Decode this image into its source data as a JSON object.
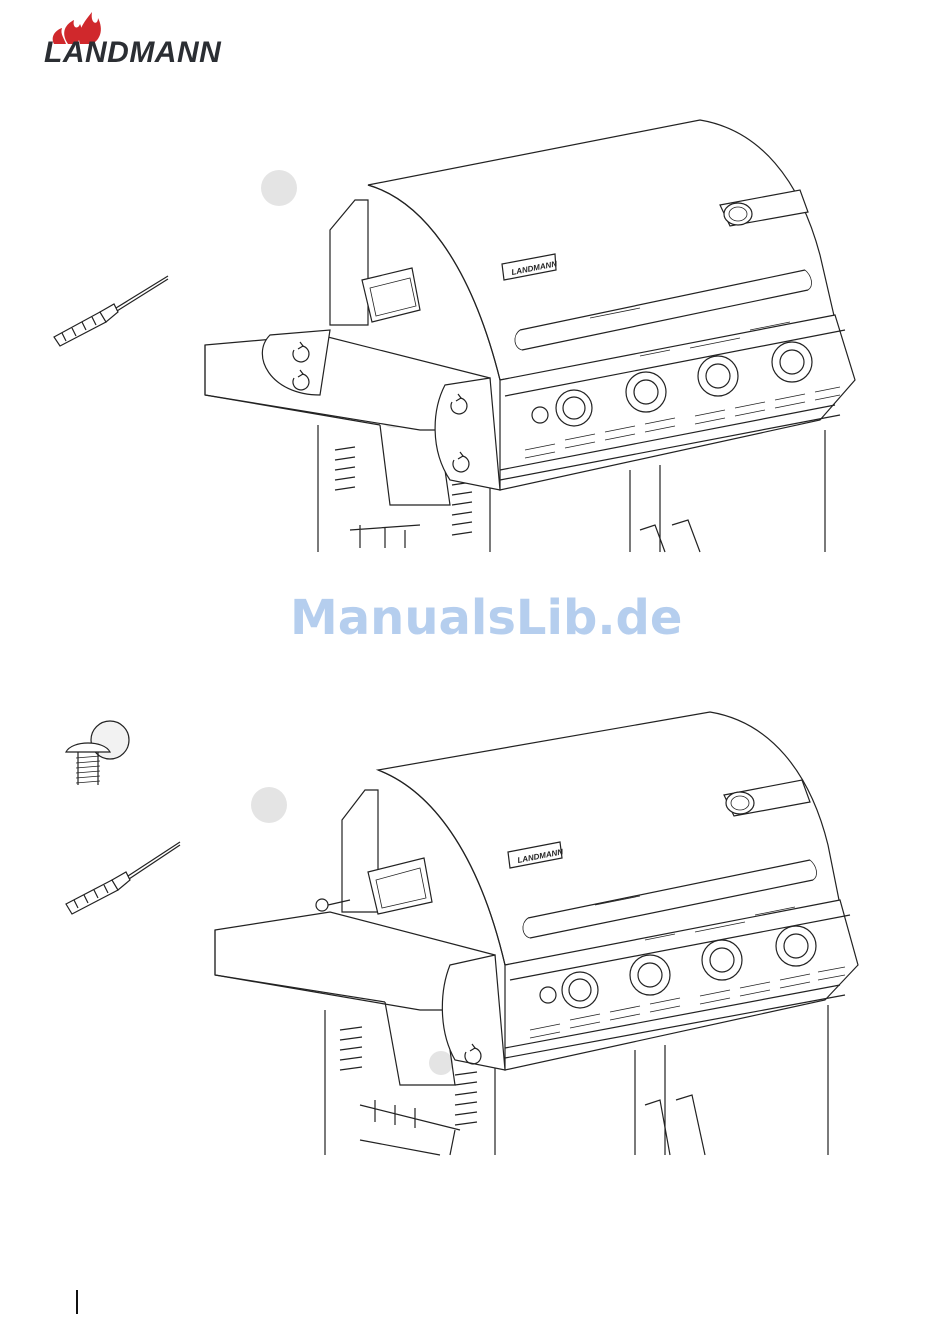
{
  "header": {
    "brand": "LANDMANN",
    "brand_color": "#2b2e33",
    "flame_color": "#d0282c"
  },
  "figures": [
    {
      "grill_logo": "LANDMANN"
    },
    {
      "grill_logo": "LANDMANN"
    }
  ],
  "watermark": {
    "text": "ManualsLib.de",
    "color": "#a9c6ec"
  }
}
